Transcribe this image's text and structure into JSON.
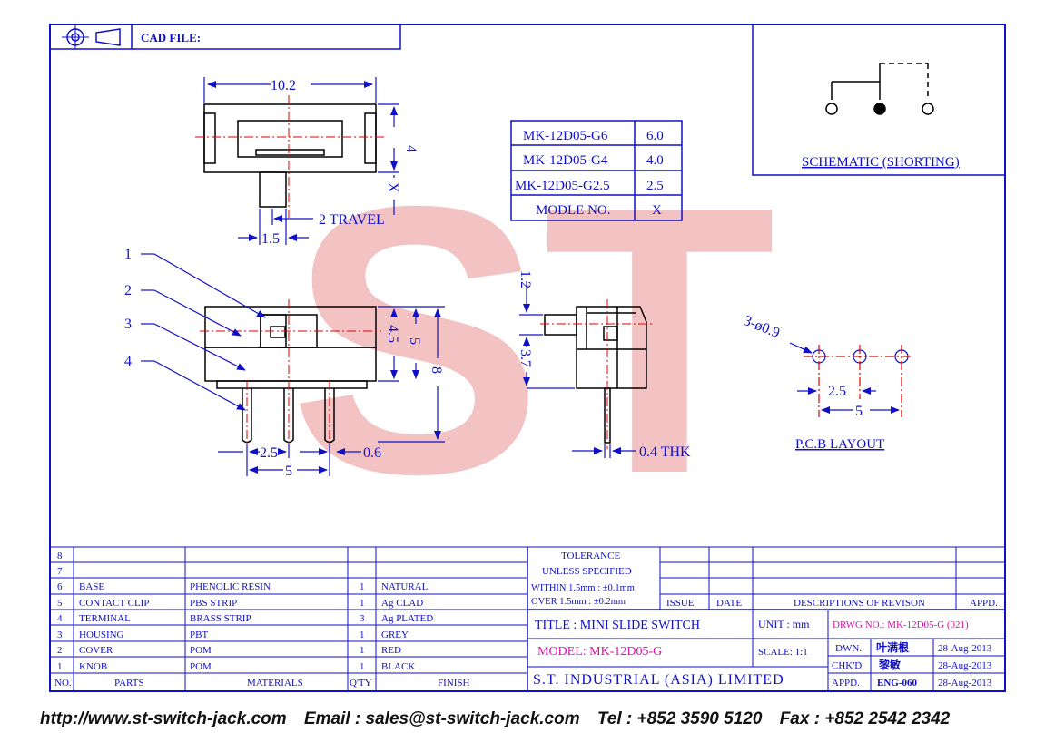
{
  "header": {
    "cad_file_label": "CAD FILE:"
  },
  "dimensions": {
    "width": "10.2",
    "height": "4",
    "x_label": "X",
    "travel": "2 TRAVEL",
    "knob_width": "1.5",
    "h45": "4.5",
    "h5": "5",
    "h8": "8",
    "pitch": "2.5",
    "span": "5",
    "pin_width": "0.6",
    "side_12": "1.2",
    "side_37": "3.7",
    "thickness": "0.4 THK",
    "pcb_holes": "3-ø0.9",
    "pcb_pitch": "2.5",
    "pcb_span": "5"
  },
  "callouts": [
    "1",
    "2",
    "3",
    "4"
  ],
  "model_table": [
    {
      "model": "MK-12D05-G6",
      "x": "6.0"
    },
    {
      "model": "MK-12D05-G4",
      "x": "4.0"
    },
    {
      "model": "MK-12D05-G2.5",
      "x": "2.5"
    },
    {
      "model": "MODLE NO.",
      "x": "X"
    }
  ],
  "schematic_label": "SCHEMATIC (SHORTING)",
  "pcb_label": "P.C.B LAYOUT",
  "watermark": "ST",
  "parts_header": {
    "no": "NO.",
    "parts": "PARTS",
    "materials": "MATERIALS",
    "qty": "Q'TY",
    "finish": "FINISH"
  },
  "parts": [
    {
      "no": "8",
      "part": "",
      "material": "",
      "qty": "",
      "finish": ""
    },
    {
      "no": "7",
      "part": "",
      "material": "",
      "qty": "",
      "finish": ""
    },
    {
      "no": "6",
      "part": "BASE",
      "material": "PHENOLIC RESIN",
      "qty": "1",
      "finish": "NATURAL"
    },
    {
      "no": "5",
      "part": "CONTACT CLIP",
      "material": "PBS STRIP",
      "qty": "1",
      "finish": "Ag CLAD"
    },
    {
      "no": "4",
      "part": "TERMINAL",
      "material": "BRASS STRIP",
      "qty": "3",
      "finish": "Ag PLATED"
    },
    {
      "no": "3",
      "part": "HOUSING",
      "material": "PBT",
      "qty": "1",
      "finish": "GREY"
    },
    {
      "no": "2",
      "part": "COVER",
      "material": "POM",
      "qty": "1",
      "finish": "RED"
    },
    {
      "no": "1",
      "part": "KNOB",
      "material": "POM",
      "qty": "1",
      "finish": "BLACK"
    }
  ],
  "tolerance": {
    "title1": "TOLERANCE",
    "title2": "UNLESS  SPECIFIED",
    "line1": "WITHIN  1.5mm : ±0.1mm",
    "line2": "OVER    1.5mm : ±0.2mm"
  },
  "revision_header": {
    "issue": "ISSUE",
    "date": "DATE",
    "desc": "DESCRIPTIONS OF REVISON",
    "appd": "APPD."
  },
  "title_block": {
    "title": "TITLE : MINI SLIDE SWITCH",
    "unit": "UNIT :   mm",
    "drawing_no": "DRWG NO.: MK-12D05-G (021)",
    "model": "MODEL: MK-12D05-G",
    "scale": "SCALE:   1:1",
    "company": "S.T. INDUSTRIAL (ASIA) LIMITED",
    "dwn_label": "DWN.",
    "dwn_name": "叶满根",
    "dwn_date": "28-Aug-2013",
    "chkd_label": "CHK'D",
    "chkd_name": "黎敏",
    "chkd_date": "28-Aug-2013",
    "appd_label": "APPD.",
    "appd_name": "ENG-060",
    "appd_date": "28-Aug-2013"
  },
  "footer": {
    "web": "http://www.st-switch-jack.com",
    "email": "Email : sales@st-switch-jack.com",
    "tel": "Tel : +852 3590 5120",
    "fax": "Fax : +852 2542 2342"
  },
  "colors": {
    "line": "#1010c8",
    "center": "#e00000",
    "magenta": "#e010b0",
    "watermark": "#f2b8b8"
  }
}
